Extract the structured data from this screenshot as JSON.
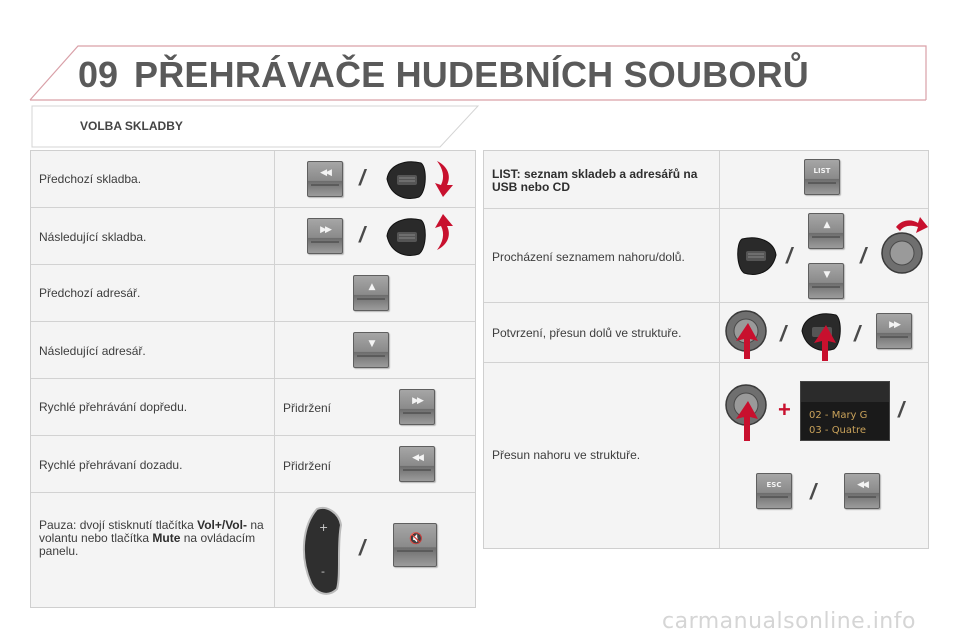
{
  "header": {
    "chapter_number": "09",
    "title": "PŘEHRÁVAČE HUDEBNÍCH SOUBORŮ",
    "section_title": "VOLBA SKLADBY"
  },
  "left_table": {
    "rows": [
      {
        "description": "Předchozí skladba.",
        "hold": ""
      },
      {
        "description": "Následující skladba.",
        "hold": ""
      },
      {
        "description": "Předchozí adresář.",
        "hold": ""
      },
      {
        "description": "Následující adresář.",
        "hold": ""
      },
      {
        "description": "Rychlé přehrávání dopředu.",
        "hold": "Přidržení"
      },
      {
        "description": "Rychlé přehrávaní dozadu.",
        "hold": "Přidržení"
      }
    ],
    "pause": {
      "part1": "Pauza: dvojí stisknutí tlačítka ",
      "vol_button": "Vol+/Vol-",
      "part2": " na volantu nebo tlačítka ",
      "mute_button": "Mute",
      "part3": " na ovládacím panelu."
    }
  },
  "right_table": {
    "rows": [
      {
        "description": "LIST: seznam skladeb a adresářů na USB nebo CD"
      },
      {
        "description": "Procházení seznamem nahoru/dolů."
      },
      {
        "description": "Potvrzení, přesun dolů ve struktuře."
      },
      {
        "description": "Přesun nahoru ve struktuře."
      }
    ]
  },
  "buttons": {
    "list_label": "LIST",
    "esc_label": "ESC",
    "prev_glyph": "◀◀",
    "next_glyph": "▶▶",
    "up_glyph": "▲",
    "down_glyph": "▼",
    "mute_glyph": "🔇",
    "separator": "/",
    "plus": "+"
  },
  "display_screen": {
    "line1": "02 - Mary G",
    "line2": "03 - Quatre"
  },
  "colors": {
    "accent": "#c8102e",
    "header_line": "#d9a0a8",
    "key_gray": "#8a8a8a"
  },
  "icons": [
    "arrow-down-curved-icon",
    "arrow-up-curved-icon",
    "steering-control-icon",
    "rotary-knob-icon"
  ],
  "watermark": "carmanualsonline.info"
}
